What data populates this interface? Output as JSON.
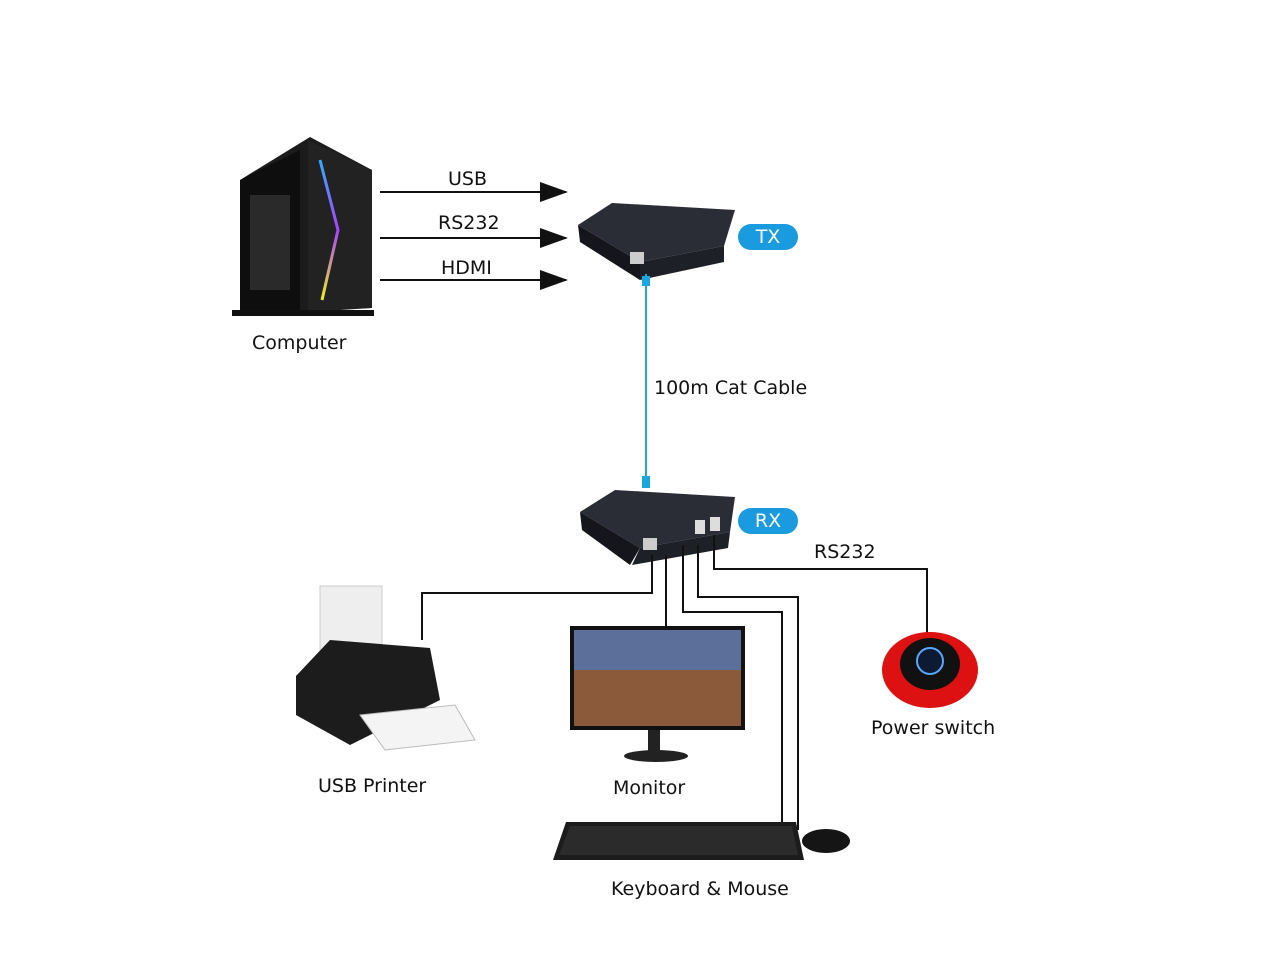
{
  "labels": {
    "usb": "USB",
    "rs232_tx": "RS232",
    "hdmi": "HDMI",
    "computer": "Computer",
    "cable": "100m Cat Cable",
    "tx": "TX",
    "rx": "RX",
    "rs232_rx": "RS232",
    "printer": "USB Printer",
    "monitor": "Monitor",
    "power_switch": "Power switch",
    "keyboard_mouse": "Keyboard & Mouse"
  },
  "colors": {
    "accent": "#1a9be0",
    "line": "#111111",
    "cable": "#1aa7e0"
  }
}
